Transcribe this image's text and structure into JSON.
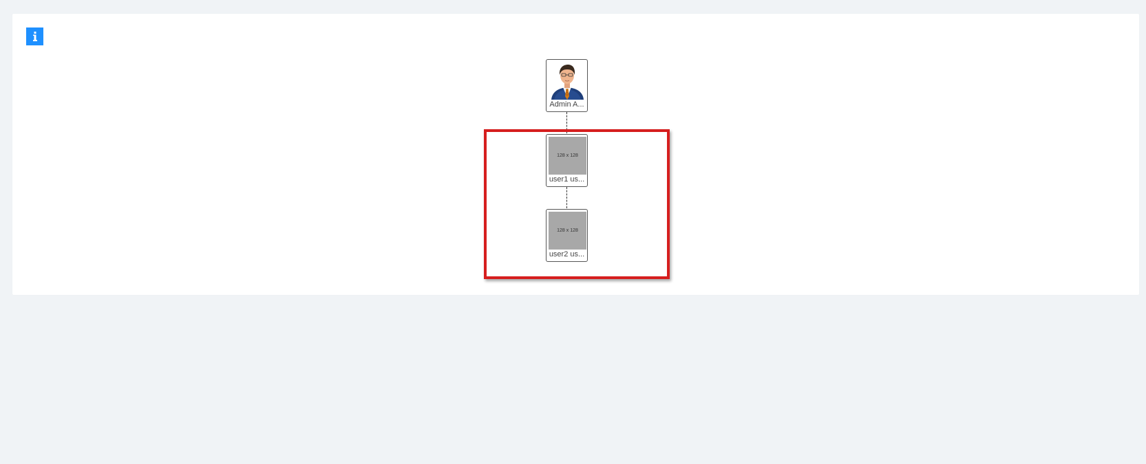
{
  "info_button": {
    "icon": "info-icon",
    "color": "#1e90ff"
  },
  "org_chart": {
    "nodes": [
      {
        "id": "admin",
        "name": "Admin A...",
        "photo": "admin-avatar"
      },
      {
        "id": "user1",
        "name": "user1 us...",
        "photo": "placeholder",
        "placeholder_text": "128 x 128"
      },
      {
        "id": "user2",
        "name": "user2 us...",
        "photo": "placeholder",
        "placeholder_text": "128 x 128"
      }
    ]
  },
  "highlight": {
    "color": "#d61e1e"
  }
}
